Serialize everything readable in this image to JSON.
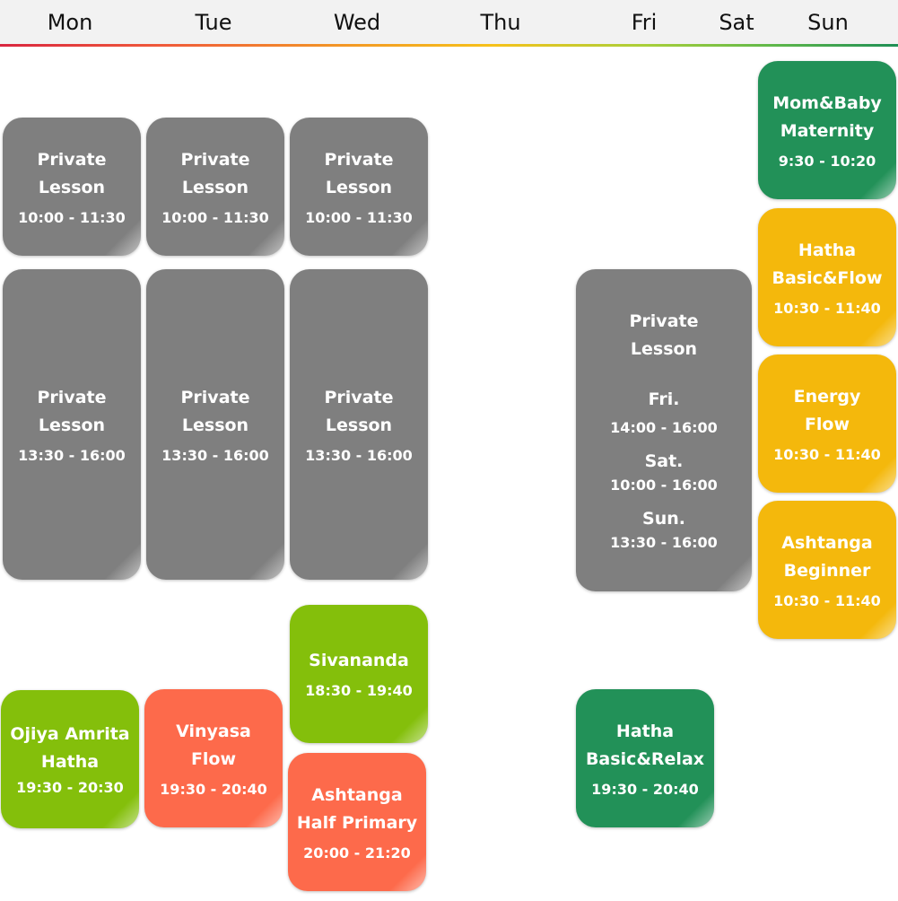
{
  "header": {
    "days": [
      "Mon",
      "Tue",
      "Wed",
      "Thu",
      "Fri",
      "Sat",
      "Sun"
    ]
  },
  "classes": {
    "mon_morning": {
      "title1": "Private",
      "title2": "Lesson",
      "time": "10:00 - 11:30"
    },
    "tue_morning": {
      "title1": "Private",
      "title2": "Lesson",
      "time": "10:00 - 11:30"
    },
    "wed_morning": {
      "title1": "Private",
      "title2": "Lesson",
      "time": "10:00 - 11:30"
    },
    "mon_afternoon": {
      "title1": "Private",
      "title2": "Lesson",
      "time": "13:30 - 16:00"
    },
    "tue_afternoon": {
      "title1": "Private",
      "title2": "Lesson",
      "time": "13:30 - 16:00"
    },
    "wed_afternoon": {
      "title1": "Private",
      "title2": "Lesson",
      "time": "13:30 - 16:00"
    },
    "weekend_private": {
      "title1": "Private",
      "title2": "Lesson",
      "fri_label": "Fri.",
      "fri_time": "14:00 - 16:00",
      "sat_label": "Sat.",
      "sat_time": "10:00 - 16:00",
      "sun_label": "Sun.",
      "sun_time": "13:30 - 16:00"
    },
    "sun_mombaby": {
      "title1": "Mom&Baby",
      "title2": "Maternity",
      "time": "9:30 - 10:20"
    },
    "sun_hatha": {
      "title1": "Hatha",
      "title2": "Basic&Flow",
      "time": "10:30 - 11:40"
    },
    "sun_energy": {
      "title1": "Energy",
      "title2": "Flow",
      "time": "10:30 - 11:40"
    },
    "sun_ashtanga": {
      "title1": "Ashtanga",
      "title2": "Beginner",
      "time": "10:30 - 11:40"
    },
    "wed_sivananda": {
      "title1": "Sivananda",
      "time": "18:30 - 19:40"
    },
    "mon_ojiya": {
      "title1": "Ojiya Amrita",
      "title2": "Hatha",
      "time": "19:30 - 20:30"
    },
    "tue_vinyasa": {
      "title1": "Vinyasa",
      "title2": "Flow",
      "time": "19:30 - 20:40"
    },
    "wed_ashtanga": {
      "title1": "Ashtanga",
      "title2": "Half Primary",
      "time": "20:00 - 21:20"
    },
    "fri_hatha": {
      "title1": "Hatha",
      "title2": "Basic&Relax",
      "time": "19:30 - 20:40"
    }
  },
  "colors": {
    "private": "#7f7f7f",
    "green": "#229158",
    "yellow": "#f4b80c",
    "lime": "#84bf0b",
    "coral": "#fd6a4b"
  }
}
